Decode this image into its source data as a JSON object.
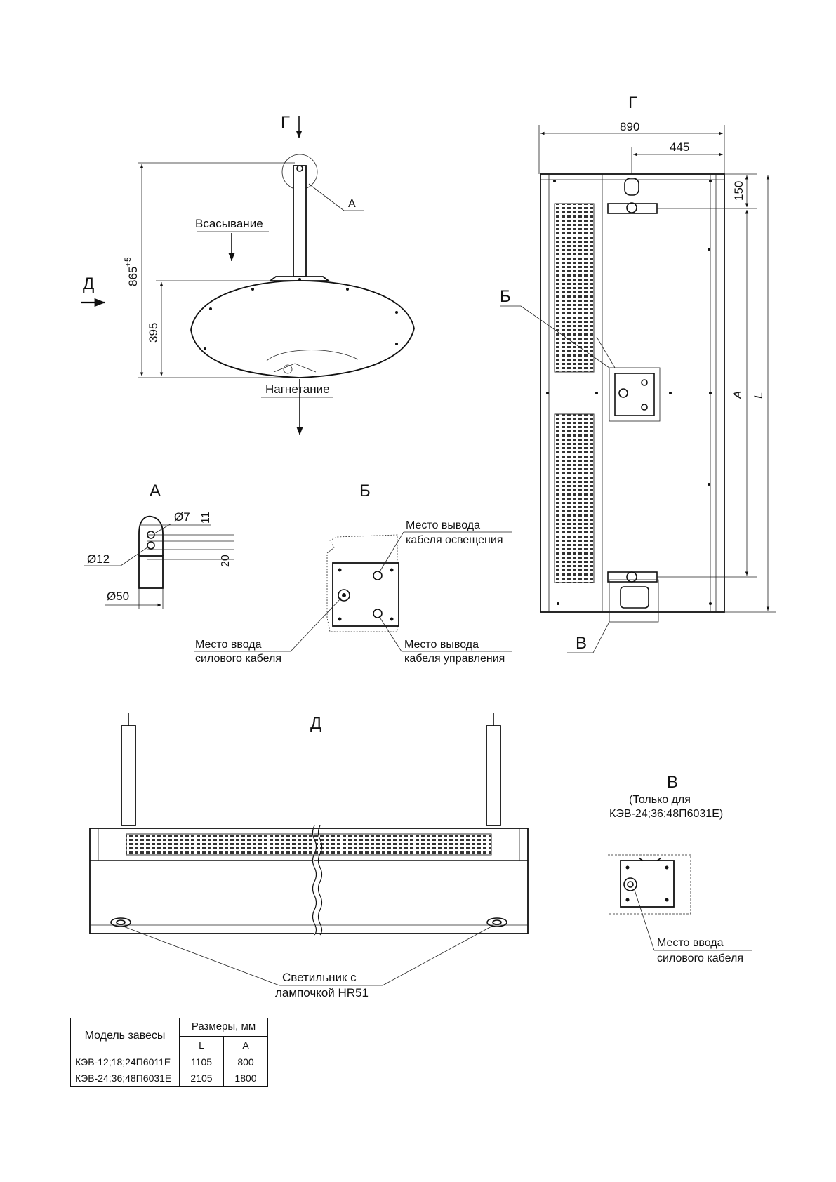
{
  "top_view": {
    "view_g_label": "Г",
    "view_d_label": "Д",
    "callout_a": "А",
    "suction_label": "Всасывание",
    "discharge_label": "Нагнетание",
    "dim_total_height": "865",
    "dim_total_height_tol": "+5",
    "dim_body_height": "395"
  },
  "view_g": {
    "title": "Г",
    "dim_width": "890",
    "dim_half": "445",
    "dim_150": "150",
    "dim_a": "A",
    "dim_l": "L",
    "callout_b": "Б",
    "callout_v": "В"
  },
  "detail_a": {
    "title": "А",
    "d7": "Ø7",
    "d12": "Ø12",
    "d50": "Ø50",
    "dim_11": "11",
    "dim_20": "20"
  },
  "detail_b": {
    "title": "Б",
    "lighting_out_1": "Место вывода",
    "lighting_out_2": "кабеля освещения",
    "power_in_1": "Место ввода",
    "power_in_2": "силового кабеля",
    "control_out_1": "Место вывода",
    "control_out_2": "кабеля управления"
  },
  "view_d": {
    "title": "Д",
    "lamp_1": "Светильник с",
    "lamp_2": "лампочкой HR51"
  },
  "detail_v": {
    "title": "В",
    "note_1": "(Только для",
    "note_2": "КЭВ-24;36;48П6031Е)",
    "power_in_1": "Место ввода",
    "power_in_2": "силового кабеля"
  },
  "table": {
    "model_header": "Модель завесы",
    "dims_header": "Размеры, мм",
    "col_l": "L",
    "col_a": "A",
    "rows": [
      {
        "model": "КЭВ-12;18;24П6011Е",
        "l": "1105",
        "a": "800"
      },
      {
        "model": "КЭВ-24;36;48П6031Е",
        "l": "2105",
        "a": "1800"
      }
    ]
  }
}
